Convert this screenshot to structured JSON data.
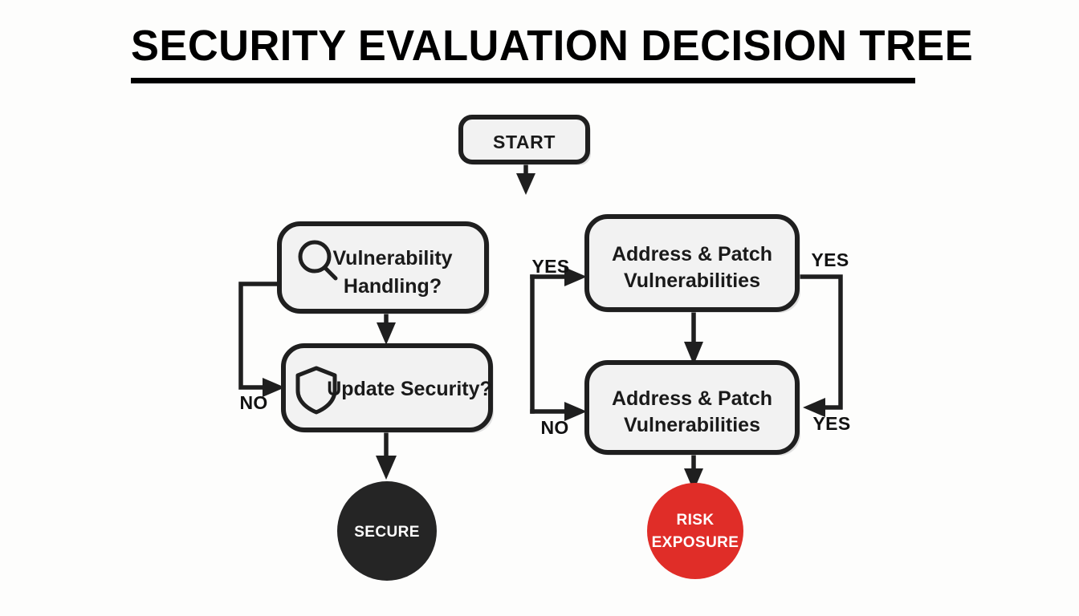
{
  "title": "SECURITY EVALUATION DECISION TREE",
  "colors": {
    "background": "#fdfdfc",
    "node_fill": "#f2f2f2",
    "node_border": "#1f1f1f",
    "text": "#1a1a1a",
    "secure_circle": "#252525",
    "risk_circle": "#e02d28",
    "terminal_text": "#ffffff"
  },
  "nodes": {
    "start": {
      "label": "START"
    },
    "vulnerability_handling": {
      "label_line1": "Vulnerability",
      "label_line2": "Handling?",
      "icon": "search-icon"
    },
    "update_security": {
      "label": "Update Security?",
      "icon": "shield-icon"
    },
    "address_patch_top": {
      "label_line1": "Address & Patch",
      "label_line2": "Vulnerabilities"
    },
    "address_patch_bottom": {
      "label_line1": "Address & Patch",
      "label_line2": "Vulnerabilities"
    },
    "secure": {
      "label": "SECURE"
    },
    "risk_exposure": {
      "label_line1": "RISK",
      "label_line2": "EXPOSURE"
    }
  },
  "edges": {
    "no_left": "NO",
    "yes_top_right": "YES",
    "yes_right_upper": "YES",
    "yes_right_lower": "YES",
    "no_bottom_right": "NO"
  }
}
